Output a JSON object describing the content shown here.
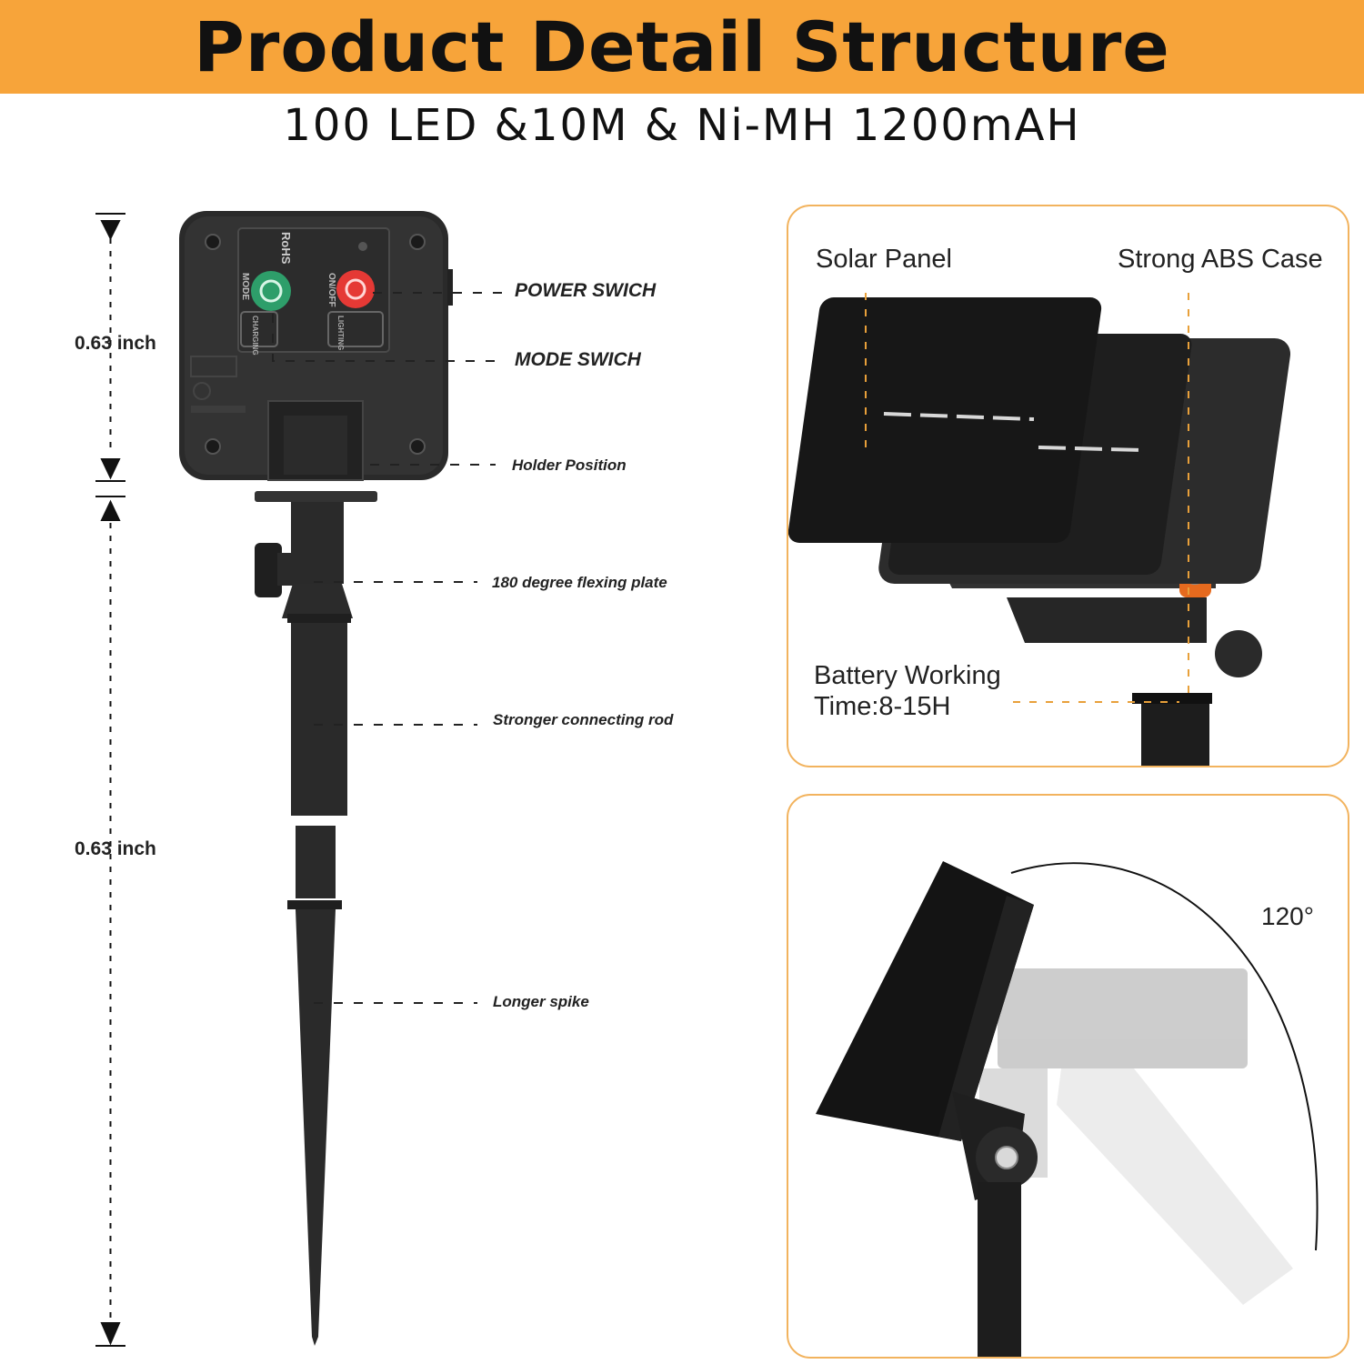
{
  "header": {
    "title": "Product Detail Structure",
    "subtitle": "100 LED &10M & Ni-MH 1200mAH"
  },
  "dimensions": {
    "top_height": "0.63 inch",
    "bottom_height": "0.63 inch"
  },
  "callouts": {
    "power_switch": "POWER SWICH",
    "mode_switch": "MODE SWICH",
    "holder_position": "Holder Position",
    "flexing_plate": "180 degree flexing plate",
    "connecting_rod": "Stronger connecting rod",
    "spike": "Longer spike"
  },
  "device_markings": {
    "rohs": "RoHS",
    "on_off": "ON/OFF",
    "mode": "MODE",
    "charging": "CHARGING",
    "lighting": "LIGHTING"
  },
  "panel_top": {
    "solar_panel": "Solar Panel",
    "abs_case": "Strong ABS Case",
    "battery_line1": "Battery Working",
    "battery_line2": "Time:8-15H"
  },
  "panel_bottom": {
    "angle": "120°"
  },
  "colors": {
    "accent": "#F7A43A",
    "panel_border": "#F2B35E",
    "power_button": "#E53935",
    "mode_button": "#2E9E6A",
    "device_body": "#2A2A2A"
  }
}
